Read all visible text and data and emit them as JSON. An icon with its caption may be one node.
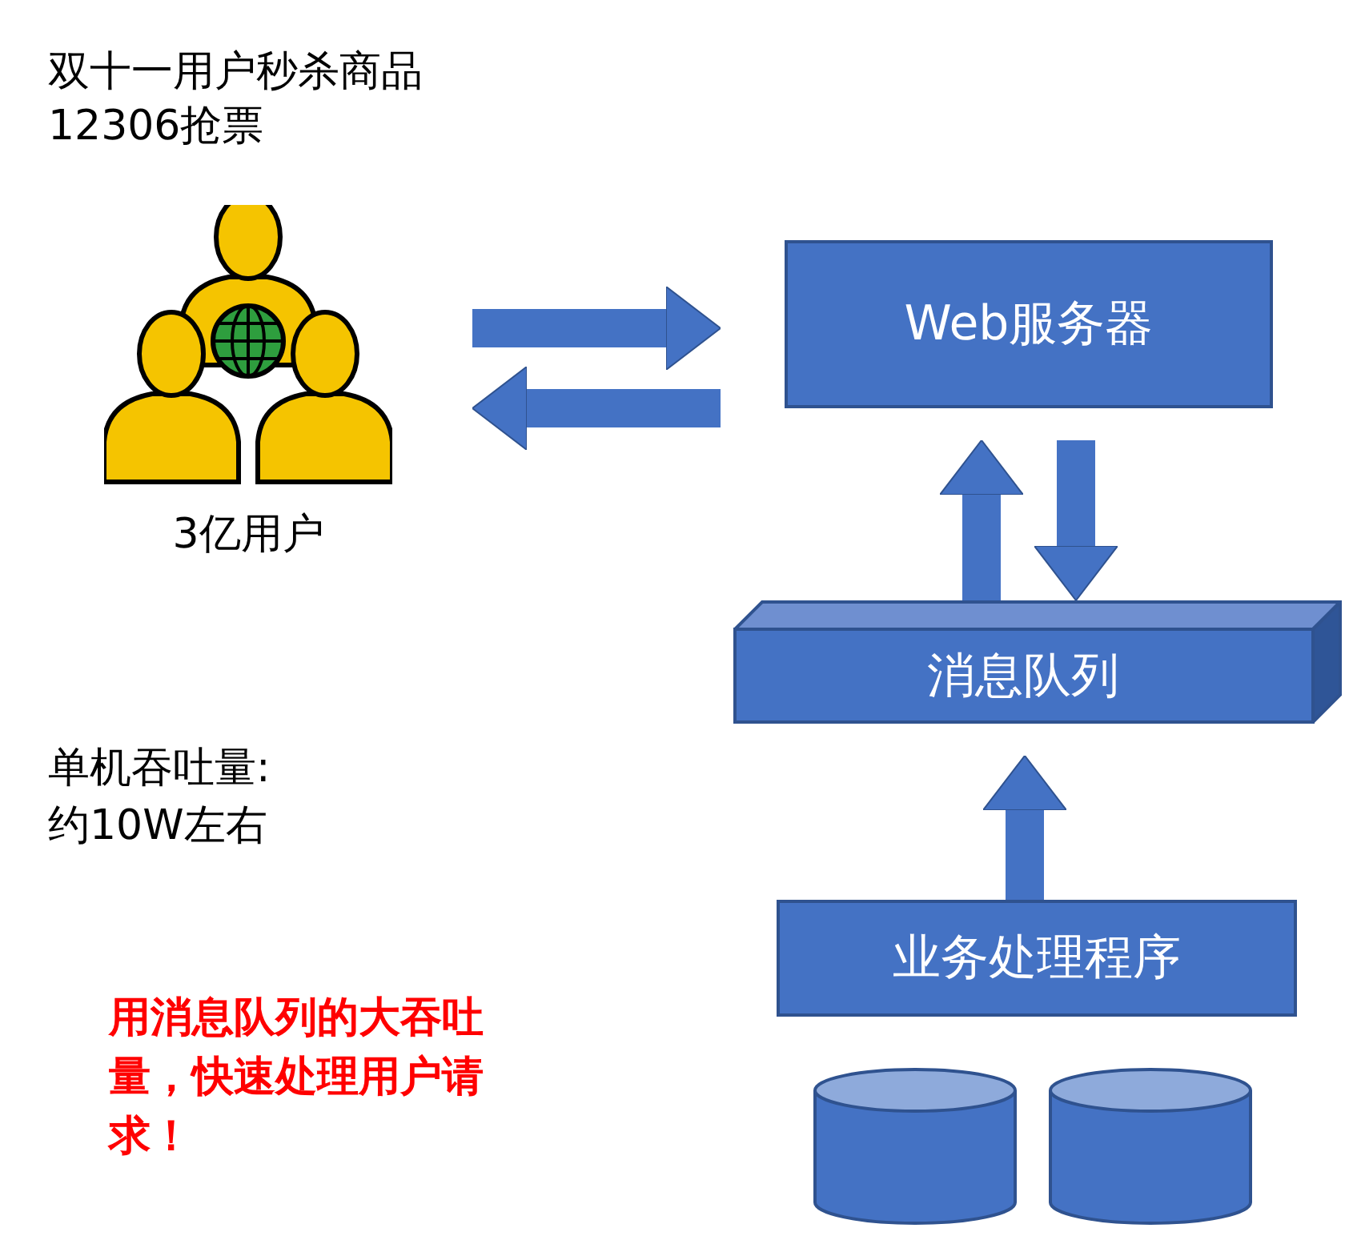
{
  "diagram": {
    "nodes": [
      {
        "text": [],
        "shape": "person",
        "beside": [
          "3亿用户"
        ]
      },
      {
        "text": [
          "Web服务器"
        ]
      },
      {
        "text": [
          "消息队列"
        ]
      },
      {
        "text": [
          "业务处理程序"
        ]
      },
      {
        "text": [],
        "shape": "cylinder"
      },
      {
        "text": [],
        "shape": "cylinder"
      }
    ],
    "edges": [
      {
        "from": 0,
        "to": 1,
        "arrow": "to"
      },
      {
        "from": 1,
        "to": 0,
        "arrow": "to"
      },
      {
        "from": 2,
        "to": 1,
        "arrow": "to"
      },
      {
        "from": 1,
        "to": 2,
        "arrow": "to"
      },
      {
        "from": 3,
        "to": 2,
        "arrow": "to"
      }
    ],
    "labels": [
      "双十一用户秒杀商品",
      "12306抢票",
      "单机吞吐量:",
      "约10W左右",
      "用消息队列的大吞吐量，快速处理用户请求！"
    ]
  }
}
